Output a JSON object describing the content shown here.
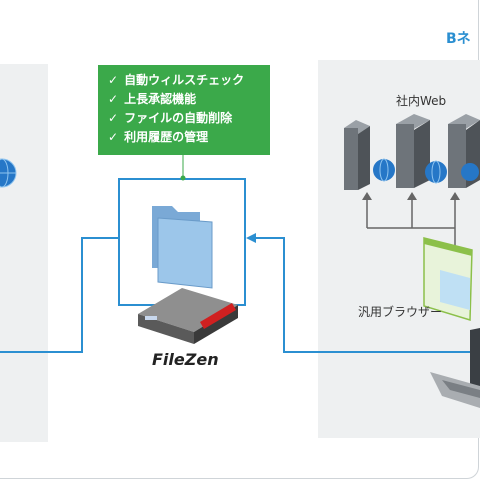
{
  "network": {
    "title": "Bネ"
  },
  "features": {
    "items": [
      "自動ウィルスチェック",
      "上長承認機能",
      "ファイルの自動削除",
      "利用履歴の管理"
    ],
    "tick": "✓"
  },
  "product": {
    "name": "FileZen"
  },
  "web": {
    "label": "社内Web"
  },
  "browser": {
    "label": "汎用ブラウザー"
  },
  "colors": {
    "accent": "#2b8fd1",
    "feature_bg": "#3ba94a",
    "panel_bg": "#eef0f1"
  },
  "icons": [
    "globe-icon",
    "folder-icon",
    "server-icon",
    "browser-window-icon",
    "laptop-icon",
    "filezen-appliance-icon"
  ]
}
